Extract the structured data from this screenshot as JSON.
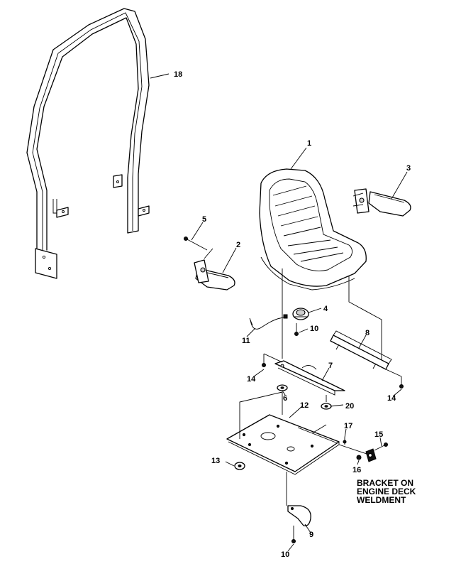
{
  "callouts": {
    "seat": "1",
    "armrest_left": "2",
    "armrest_right": "3",
    "seat_switch": "4",
    "screw_5": "5",
    "washer_6": "6",
    "seat_slide_7": "7",
    "seat_slide_8": "8",
    "hinge_9": "9",
    "screw_10_top": "10",
    "screw_10_bottom": "10",
    "wire_harness": "11",
    "seat_base_plate": "12",
    "nut_13": "13",
    "screw_14_left": "14",
    "screw_14_right": "14",
    "bolt_15": "15",
    "nut_16": "16",
    "spacer_17": "17",
    "roll_bar": "18",
    "washer_20": "20"
  },
  "note": {
    "line1": "BRACKET ON",
    "line2": "ENGINE DECK",
    "line3": "WELDMENT"
  }
}
